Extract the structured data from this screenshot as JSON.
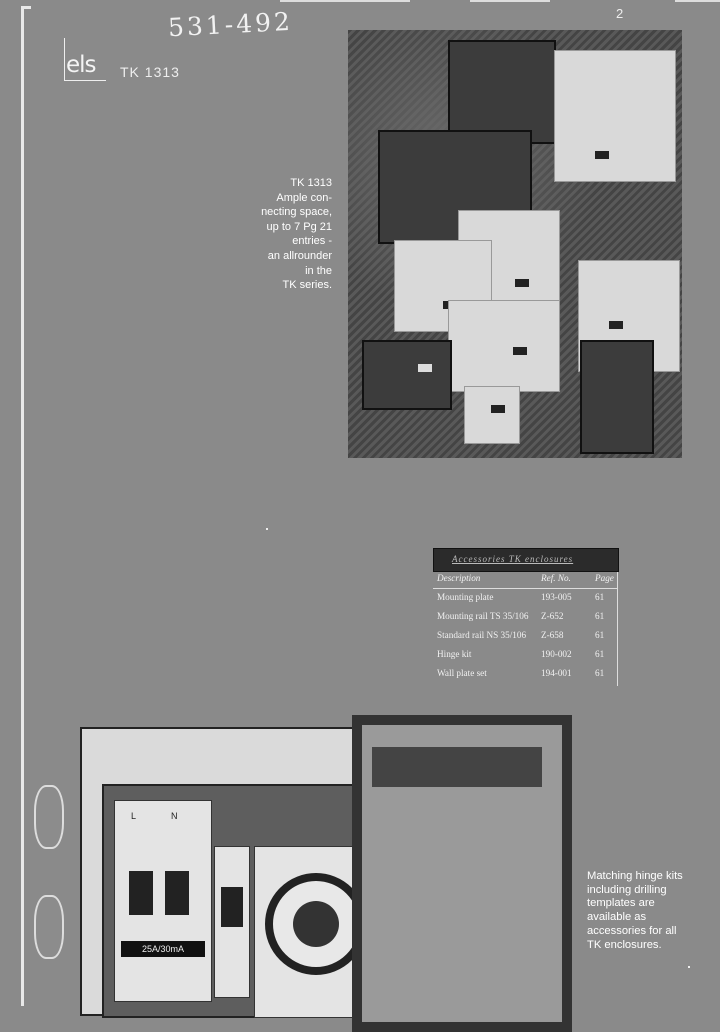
{
  "header": {
    "handwritten_code": "531-492",
    "corner_mark": "2",
    "logo": "els",
    "model": "TK 1313"
  },
  "caption_top": {
    "lines": [
      "TK 1313",
      "Ample con-",
      "necting space,",
      "up to 7 Pg 21",
      "entries -",
      "an allrounder",
      "in the",
      "TK series."
    ]
  },
  "accessory_table": {
    "title": "Accessories TK enclosures",
    "columns": [
      "Description",
      "Ref. No.",
      "Page"
    ],
    "rows": [
      {
        "description": "Mounting plate",
        "ref": "193-005",
        "page": "61"
      },
      {
        "description": "Mounting rail TS 35/106",
        "ref": "Z-652",
        "page": "61"
      },
      {
        "description": "Standard rail NS 35/106",
        "ref": "Z-658",
        "page": "61"
      },
      {
        "description": "Hinge kit",
        "ref": "190-002",
        "page": "61"
      },
      {
        "description": "Wall plate set",
        "ref": "194-001",
        "page": "61"
      }
    ]
  },
  "device_labels": {
    "l": "L",
    "n": "N",
    "rating": "25A/30mA"
  },
  "caption_bottom": {
    "lines": [
      "Matching hinge kits",
      "including drilling",
      "templates are",
      "available as",
      "accessories for all",
      "TK enclosures."
    ]
  }
}
